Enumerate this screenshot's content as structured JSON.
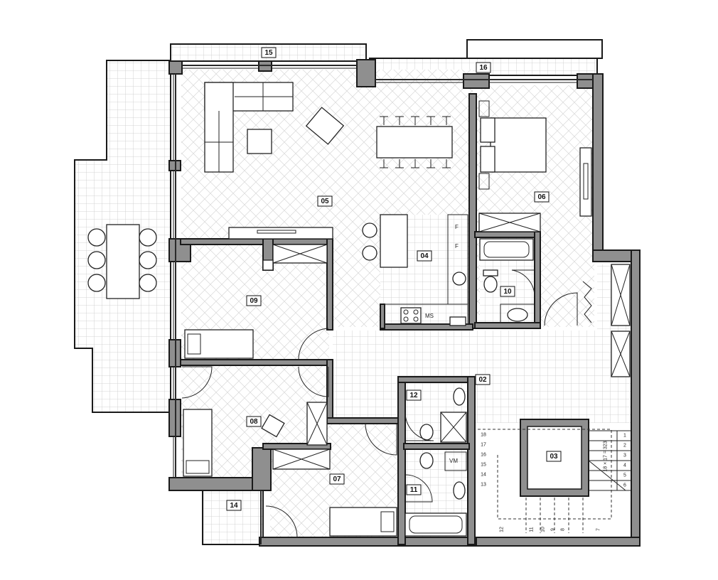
{
  "rooms": [
    {
      "id": "r15",
      "label": "15"
    },
    {
      "id": "r16",
      "label": "16"
    },
    {
      "id": "r05",
      "label": "05"
    },
    {
      "id": "r06",
      "label": "06"
    },
    {
      "id": "r04",
      "label": "04"
    },
    {
      "id": "r10",
      "label": "10"
    },
    {
      "id": "r09",
      "label": "09"
    },
    {
      "id": "r02",
      "label": "02"
    },
    {
      "id": "r12",
      "label": "12"
    },
    {
      "id": "r08",
      "label": "08"
    },
    {
      "id": "r03",
      "label": "03"
    },
    {
      "id": "r07",
      "label": "07"
    },
    {
      "id": "r11",
      "label": "11"
    },
    {
      "id": "r14",
      "label": "14"
    }
  ],
  "annotations": {
    "ms": "MS",
    "vm": "VM",
    "fridge_f1": "F",
    "fridge_f2": "F",
    "stair_formula": "18 × 17 = 323"
  },
  "stairs": {
    "right_steps": [
      "1",
      "2",
      "3",
      "4",
      "5",
      "6"
    ],
    "left_steps": [
      "18",
      "17",
      "16",
      "15",
      "14",
      "13"
    ],
    "bottom_steps": [
      "12",
      "11",
      "10",
      "9",
      "8",
      "7"
    ]
  }
}
